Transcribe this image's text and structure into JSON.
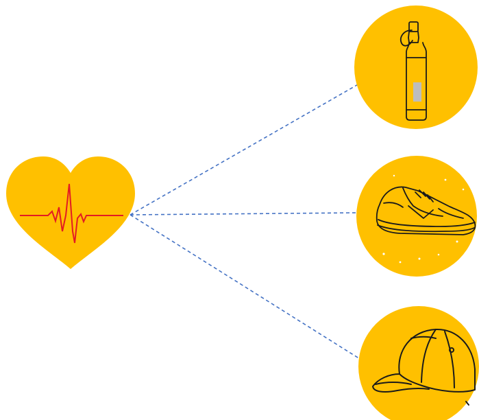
{
  "colors": {
    "background": "#ffffff",
    "heart_fill": "#ffc000",
    "heartbeat_line": "#e31b23",
    "circle_fill": "#ffc000",
    "connector": "#4472c4",
    "icon_stroke": "#1a1a1a",
    "bottle_label": "#bdbdbd"
  },
  "diagram": {
    "center_node": {
      "icon": "heart-with-heartbeat-icon"
    },
    "nodes": [
      {
        "id": "bottle",
        "icon": "water-bottle-icon"
      },
      {
        "id": "shoe",
        "icon": "sneaker-icon"
      },
      {
        "id": "cap",
        "icon": "baseball-cap-icon"
      }
    ],
    "connector_style": "dashed"
  }
}
